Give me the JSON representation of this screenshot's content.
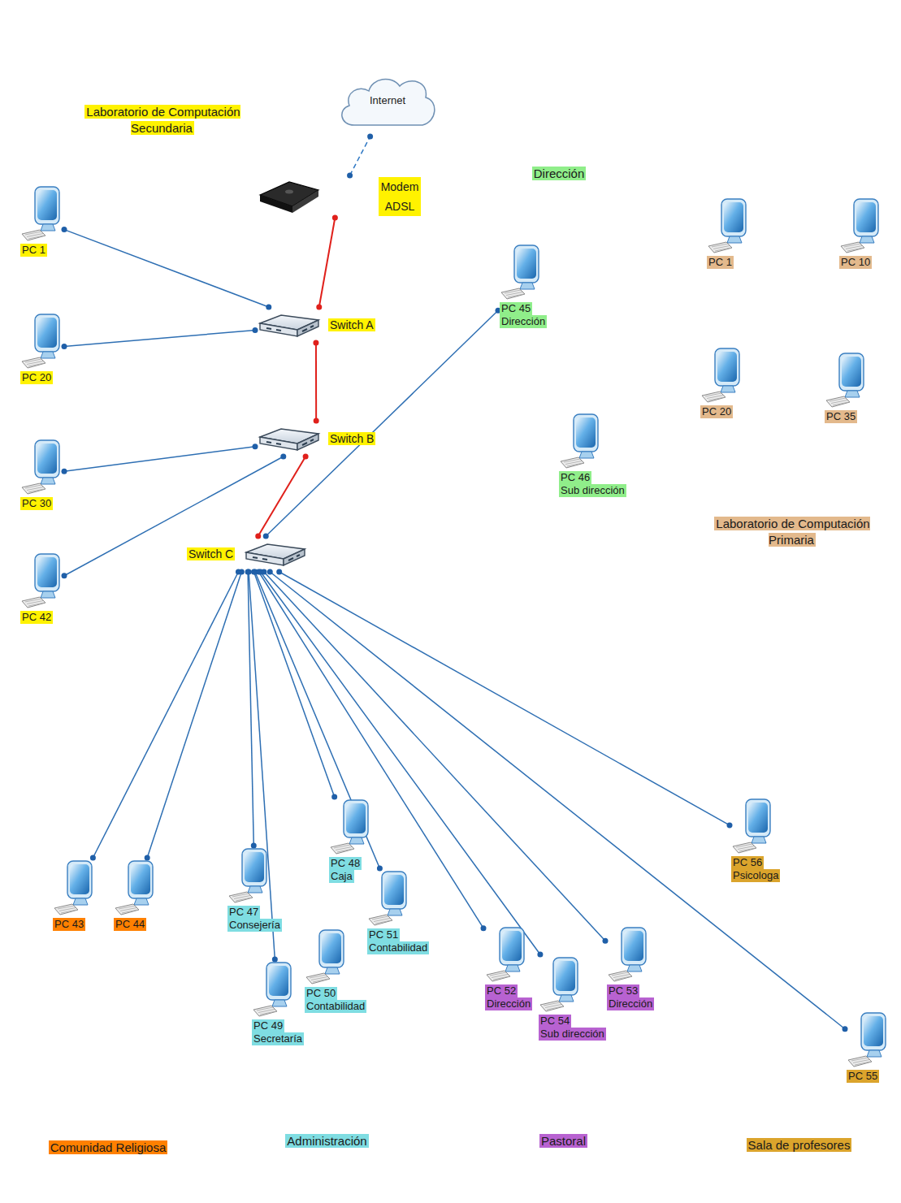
{
  "diagram": {
    "nodes": [
      {
        "text": [
          "Laboratorio de Computación Secundaria"
        ]
      },
      {
        "text": [
          "Internet"
        ],
        "in": 0
      },
      {
        "text": [
          "Modem ADSL"
        ],
        "in": 0
      },
      {
        "text": [
          "PC 1"
        ],
        "in": 0
      },
      {
        "text": [
          "Switch A"
        ],
        "in": 0
      },
      {
        "text": [
          "PC 20"
        ],
        "in": 0
      },
      {
        "text": [
          "Switch B"
        ],
        "in": 0
      },
      {
        "text": [
          "PC 30"
        ],
        "in": 0
      },
      {
        "text": [
          "Switch C"
        ],
        "in": 0
      },
      {
        "text": [
          "PC 42"
        ],
        "in": 0
      },
      {
        "text": [
          "Dirección"
        ]
      },
      {
        "text": [
          "PC 45",
          "Dirección"
        ],
        "in": 10
      },
      {
        "text": [
          "PC 46",
          "Sub dirección"
        ],
        "in": 10
      },
      {
        "text": [
          "Laboratorio de Computación Primaria"
        ]
      },
      {
        "text": [
          "PC 1"
        ],
        "in": 13
      },
      {
        "text": [
          "PC 10"
        ],
        "in": 13
      },
      {
        "text": [
          "PC 20"
        ],
        "in": 13
      },
      {
        "text": [
          "PC 35"
        ],
        "in": 13
      },
      {
        "text": [
          "Comunidad Religiosa"
        ]
      },
      {
        "text": [
          "PC 43"
        ],
        "in": 18
      },
      {
        "text": [
          "PC 44"
        ],
        "in": 18
      },
      {
        "text": [
          "Administración"
        ]
      },
      {
        "text": [
          "PC 47",
          "Consejería"
        ],
        "in": 21
      },
      {
        "text": [
          "PC 48",
          "Caja"
        ],
        "in": 21
      },
      {
        "text": [
          "PC 49",
          "Secretaría"
        ],
        "in": 21
      },
      {
        "text": [
          "PC 50",
          "Contabilidad"
        ],
        "in": 21
      },
      {
        "text": [
          "PC 51",
          "Contabilidad"
        ],
        "in": 21
      },
      {
        "text": [
          "Pastoral"
        ]
      },
      {
        "text": [
          "PC 52",
          "Dirección"
        ],
        "in": 27
      },
      {
        "text": [
          "PC 54",
          "Sub dirección"
        ],
        "in": 27
      },
      {
        "text": [
          "PC 53",
          "Dirección"
        ],
        "in": 27
      },
      {
        "text": [
          "Sala de profesores"
        ]
      },
      {
        "text": [
          "PC 56",
          "Psicologa"
        ],
        "in": 31
      },
      {
        "text": [
          "PC 55"
        ],
        "in": 31
      }
    ],
    "edges": [
      {
        "from": 2,
        "to": 1,
        "arrow": "none"
      },
      {
        "from": 2,
        "to": 4,
        "arrow": "none"
      },
      {
        "from": 4,
        "to": 6,
        "arrow": "none"
      },
      {
        "from": 6,
        "to": 8,
        "arrow": "none"
      },
      {
        "from": 3,
        "to": 4,
        "arrow": "none"
      },
      {
        "from": 5,
        "to": 4,
        "arrow": "none"
      },
      {
        "from": 7,
        "to": 6,
        "arrow": "none"
      },
      {
        "from": 9,
        "to": 6,
        "arrow": "none"
      },
      {
        "from": 8,
        "to": 11,
        "arrow": "none"
      },
      {
        "from": 8,
        "to": 19,
        "arrow": "none"
      },
      {
        "from": 8,
        "to": 20,
        "arrow": "none"
      },
      {
        "from": 8,
        "to": 22,
        "arrow": "none"
      },
      {
        "from": 8,
        "to": 24,
        "arrow": "none"
      },
      {
        "from": 8,
        "to": 23,
        "arrow": "none"
      },
      {
        "from": 8,
        "to": 26,
        "arrow": "none"
      },
      {
        "from": 8,
        "to": 28,
        "arrow": "none"
      },
      {
        "from": 8,
        "to": 29,
        "arrow": "none"
      },
      {
        "from": 8,
        "to": 30,
        "arrow": "none"
      },
      {
        "from": 8,
        "to": 32,
        "arrow": "none"
      },
      {
        "from": 8,
        "to": 33,
        "arrow": "none"
      }
    ]
  }
}
